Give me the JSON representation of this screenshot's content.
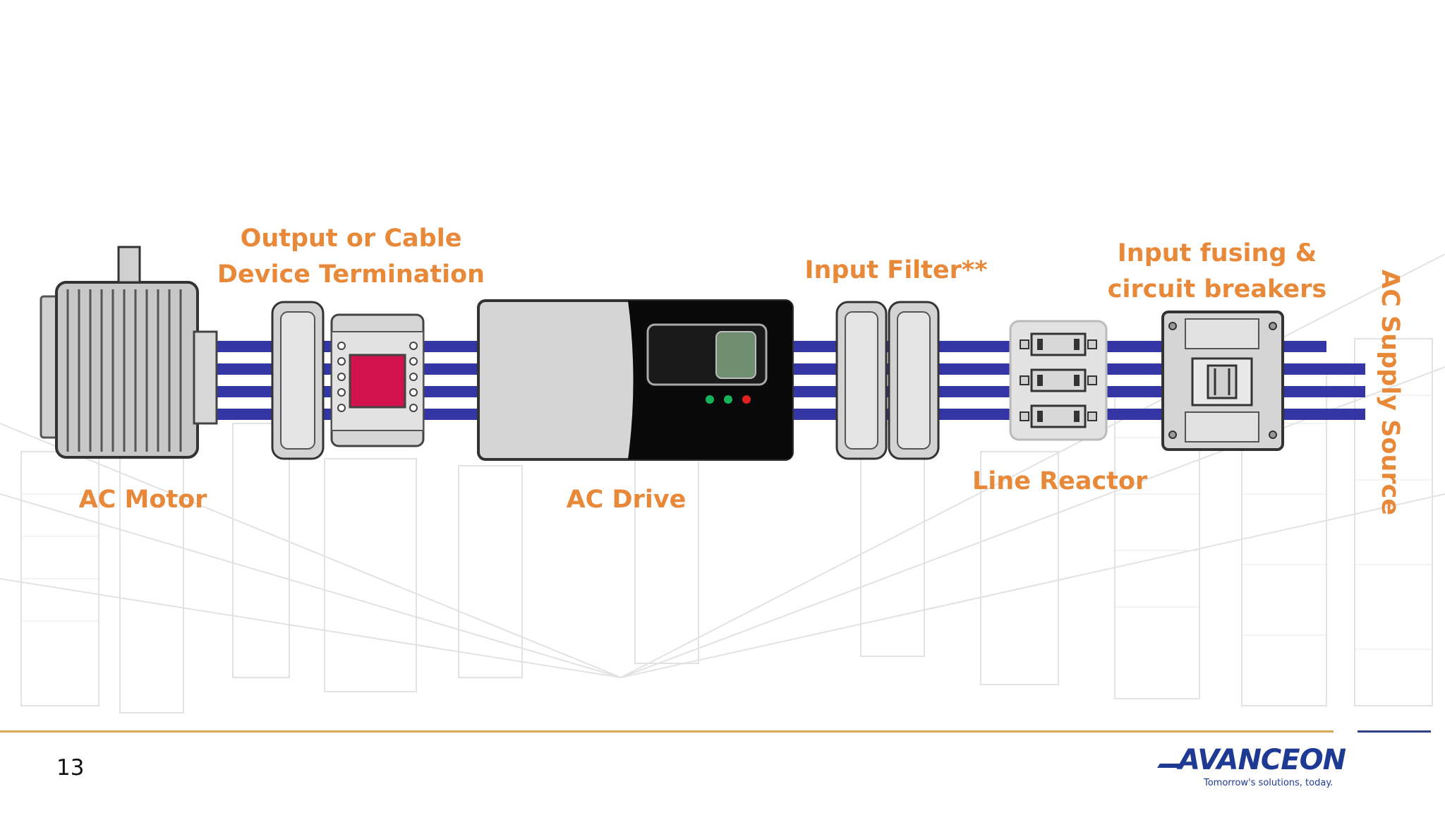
{
  "labels": {
    "output_termination": "Output or Cable Device Termination",
    "ac_motor": "AC Motor",
    "ac_drive": "AC Drive",
    "input_filter": "Input Filter**",
    "line_reactor": "Line Reactor",
    "input_fusing": "Input fusing & circuit breakers",
    "ac_supply_source": "AC Supply Source"
  },
  "footer": {
    "page_number": "13"
  },
  "logo": {
    "name": "AVANCEON",
    "tagline": "Tomorrow's solutions, today."
  },
  "colors": {
    "label": "#E8893A",
    "cable": "#3436A6",
    "logo": "#1F3A93",
    "footer_rule": "#D9A75A",
    "fault_window": "#D1124D"
  }
}
